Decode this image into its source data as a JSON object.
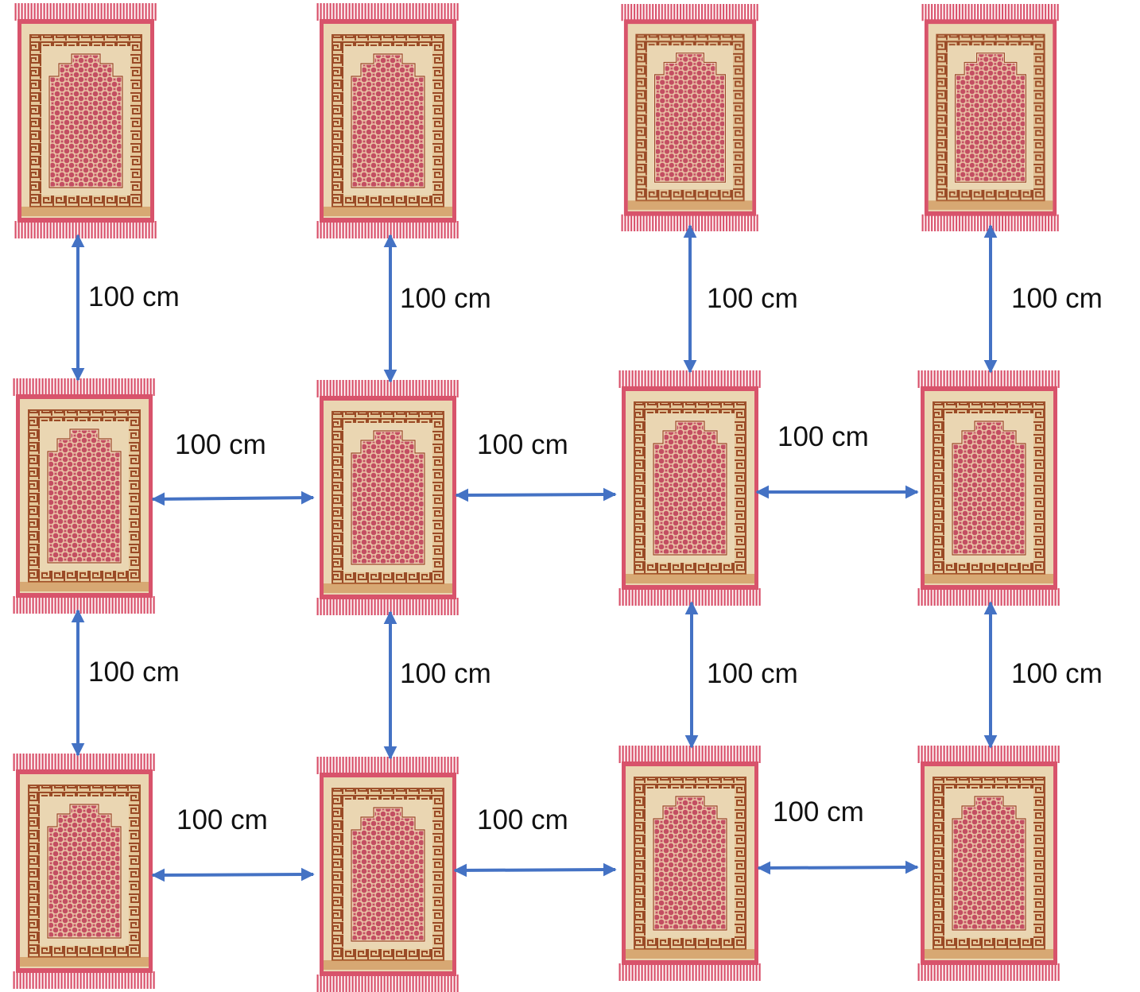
{
  "colors": {
    "arrow": "#4472C4",
    "fringe": "#D9506A",
    "rug_base": "#EAD6B2",
    "rug_frame": "#C9884A",
    "rug_key_pattern": "#A0522D",
    "rug_field": "#C0485F",
    "rug_field_dots": "#E9C0A0"
  },
  "labels": {
    "v_r1_c1": "100 cm",
    "v_r1_c2": "100 cm",
    "v_r1_c3": "100 cm",
    "v_r1_c4": "100 cm",
    "h_r2_g1": "100 cm",
    "h_r2_g2": "100 cm",
    "h_r2_g3": "100 cm",
    "v_r2_c1": "100 cm",
    "v_r2_c2": "100 cm",
    "v_r2_c3": "100 cm",
    "v_r2_c4": "100 cm",
    "h_r3_g1": "100 cm",
    "h_r3_g2": "100 cm",
    "h_r3_g3": "100 cm"
  }
}
